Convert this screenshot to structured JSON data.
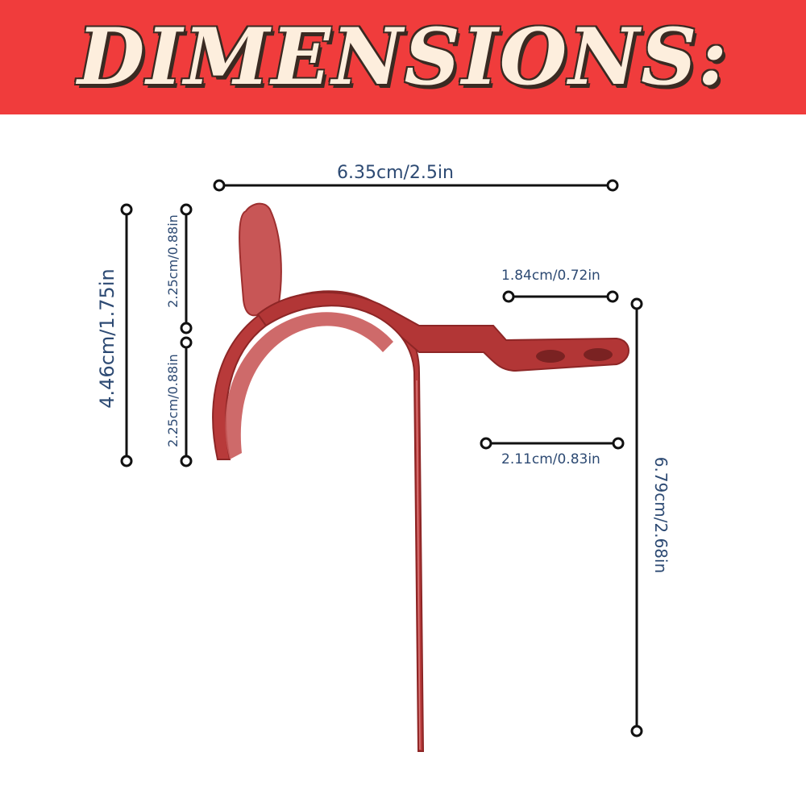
{
  "banner": {
    "title": "DIMENSIONS:"
  },
  "dimensions": {
    "width": "6.35cm/2.5in",
    "total_height": "4.46cm/1.75in",
    "upper_half": "2.25cm/0.88in",
    "lower_half": "2.25cm/0.88in",
    "tab_upper_width": "1.84cm/0.72in",
    "tab_lower_width": "2.11cm/0.83in",
    "overall_height": "6.79cm/2.68in"
  },
  "colors": {
    "banner_bg": "#f03c3c",
    "title_fill": "#fdeedd",
    "label_text": "#2d4a73",
    "product_red": "#b83a3a",
    "line": "#111111"
  }
}
